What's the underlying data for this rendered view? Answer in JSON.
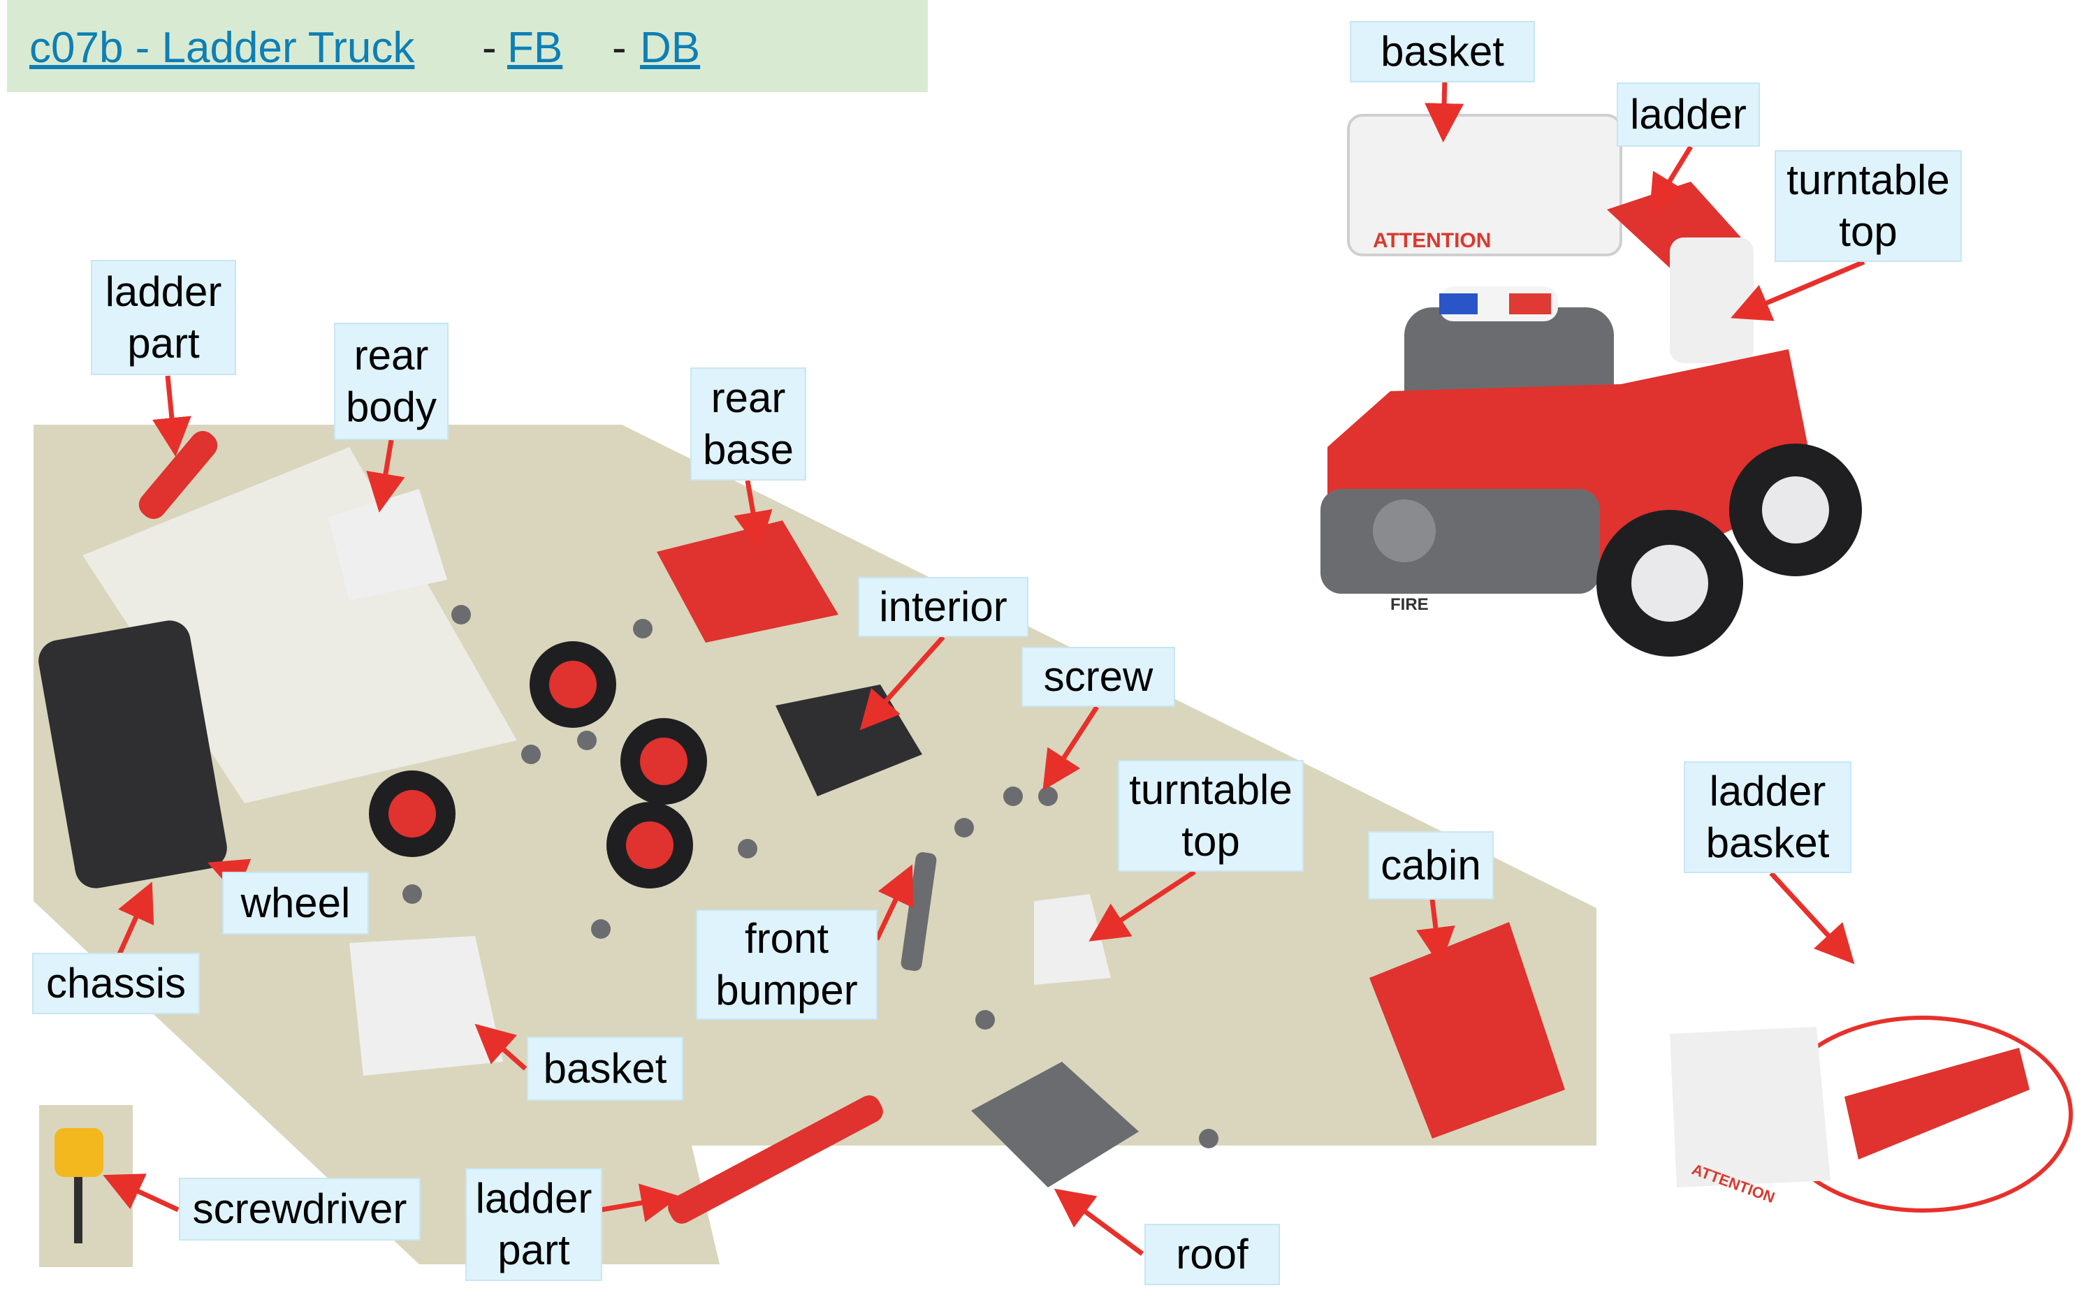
{
  "header": {
    "title_link": "c07b - Ladder Truck ",
    "separator_1": "-",
    "fb_link": "FB",
    "separator_2": "-",
    "db_link": "DB",
    "background": "#d9ead3",
    "link_color": "#0e7fb4"
  },
  "labels": {
    "basket_top": "basket",
    "ladder_top": "ladder",
    "turntable_top_top": "turntable\ntop",
    "ladder_part_left": "ladder\npart",
    "rear_body": "rear\nbody",
    "rear_base": "rear\nbase",
    "interior": "interior",
    "screw": "screw",
    "turntable_top_mid": "turntable\ntop",
    "cabin": "cabin",
    "wheel": "wheel",
    "chassis": "chassis",
    "front_bumper": "front\nbumper",
    "basket_mid": "basket",
    "ladder_basket": "ladder\nbasket",
    "screwdriver": "screwdriver",
    "ladder_part_bottom": "ladder\npart",
    "roof": "roof"
  },
  "images": {
    "truck_text_attention": "ATTENTION",
    "truck_text_fire": "FIRE",
    "basket_text_attention": "ATTENTION"
  },
  "colors": {
    "label_bg": "#def3fb",
    "arrow": "#e8302b",
    "part_red": "#e0322e",
    "part_dark": "#2f2f31",
    "part_grey": "#6b6c70",
    "mat": "#d9d6bd"
  }
}
